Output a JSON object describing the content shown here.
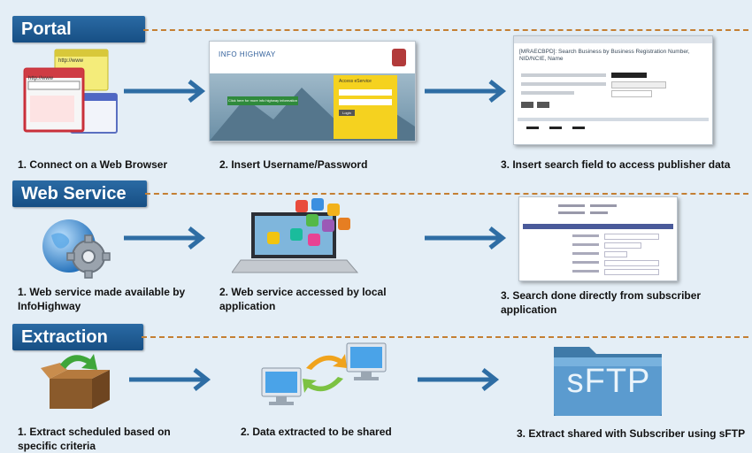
{
  "sections": [
    {
      "title": "Portal",
      "steps": [
        "1. Connect on a Web Browser",
        "2. Insert Username/Password",
        "3. Insert search field to access publisher data"
      ]
    },
    {
      "title": "Web Service",
      "steps": [
        "1. Web service made available by InfoHighway",
        "2. Web service accessed by local application",
        "3. Search done directly from subscriber application"
      ]
    },
    {
      "title": "Extraction",
      "steps": [
        "1. Extract scheduled based on specific criteria",
        "2. Data extracted to be shared",
        "3. Extract shared with Subscriber using sFTP"
      ]
    }
  ],
  "browser_url": "http://www",
  "login_screen": {
    "logo": "INFO HIGHWAY",
    "panel_title": "Access eService",
    "login_button": "Login",
    "banner": "Click here for more info highway information"
  },
  "search_screen": {
    "heading": "[MRAECBPD]: Search Business by Business Registration Number, NID/NCIE, Name"
  },
  "sftp_label": "sFTP",
  "colors": {
    "section_header": "#1d5a92",
    "divider": "#c47f33",
    "arrow": "#2e6da4"
  }
}
